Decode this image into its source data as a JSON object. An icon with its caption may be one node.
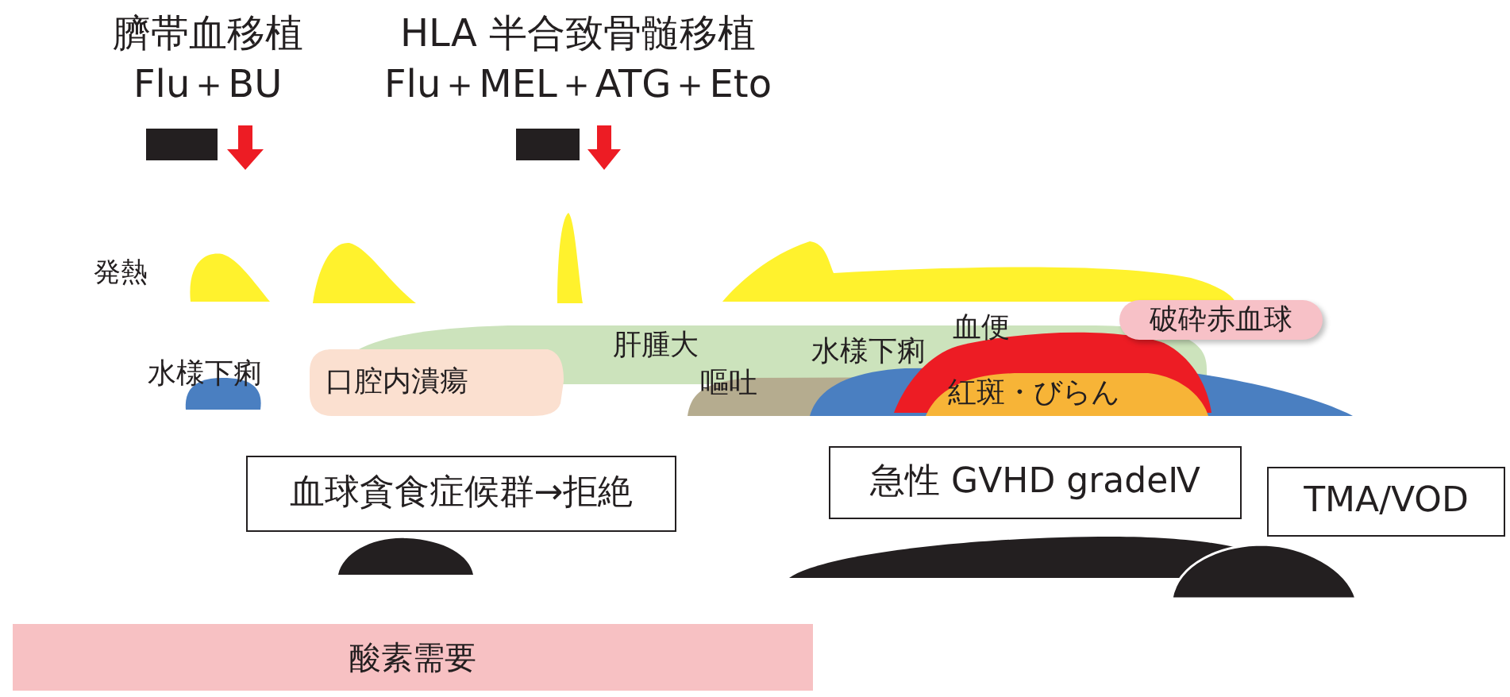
{
  "diagram": {
    "nodes": [
      {
        "text": [
          "肝腫大"
        ]
      },
      {
        "text": [
          "口腔内潰瘍"
        ]
      },
      {
        "text": [
          "嘔吐"
        ]
      },
      {
        "text": [
          "水様下痢"
        ]
      },
      {
        "text": [
          "血便"
        ]
      },
      {
        "text": [
          "紅斑・びらん"
        ]
      },
      {
        "text": [
          "破砕赤血球"
        ]
      },
      {
        "text": [
          "血球貪食症候群→拒絶"
        ]
      },
      {
        "text": [
          "急性 GVHD gradeⅣ"
        ]
      },
      {
        "text": [
          "TMA/VOD"
        ]
      },
      {
        "text": [
          "酸素需要"
        ]
      }
    ],
    "labels": [
      "臍帯血移植",
      "Flu＋BU",
      "HLA 半合致骨髄移植",
      "Flu＋MEL＋ATG＋Eto",
      "発熱",
      "水様下痢"
    ]
  }
}
